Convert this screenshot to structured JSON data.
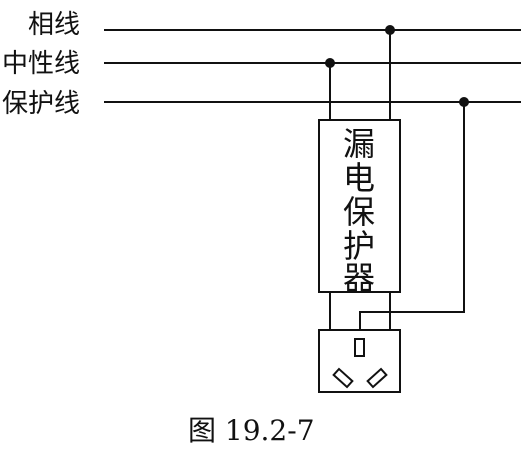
{
  "lines": {
    "phase": "相线",
    "neutral": "中性线",
    "protective": "保护线"
  },
  "breaker": {
    "chars": [
      "漏",
      "电",
      "保",
      "护",
      "器"
    ]
  },
  "caption": "图 19.2-7",
  "colors": {
    "ink": "#111111",
    "background": "#ffffff"
  },
  "icons": {
    "socket": "three-pin-socket-icon"
  }
}
